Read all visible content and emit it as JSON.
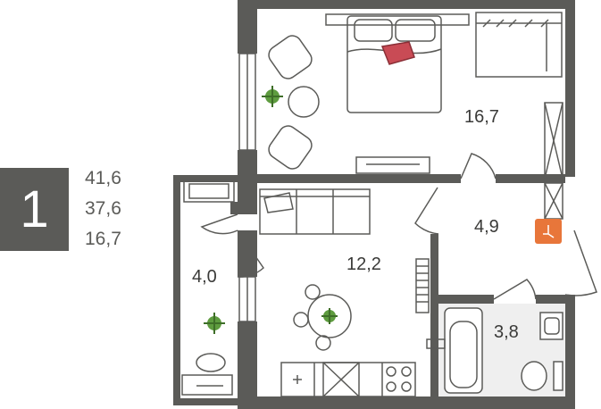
{
  "summary": {
    "rooms": "1",
    "total_area": "41,6",
    "living_area": "37,6",
    "bedroom_area": "16,7"
  },
  "rooms": {
    "bedroom": "16,7",
    "living_kitchen": "12,2",
    "hall": "4,9",
    "bathroom": "3,8",
    "balcony": "4,0"
  },
  "colors": {
    "wall": "#5b5b58",
    "furniture": "#5b5b58",
    "floor_tile": "#efefef",
    "accent_pillow": "#c94b55",
    "plant": "#5e9c3f",
    "boiler": "#e8763a"
  }
}
